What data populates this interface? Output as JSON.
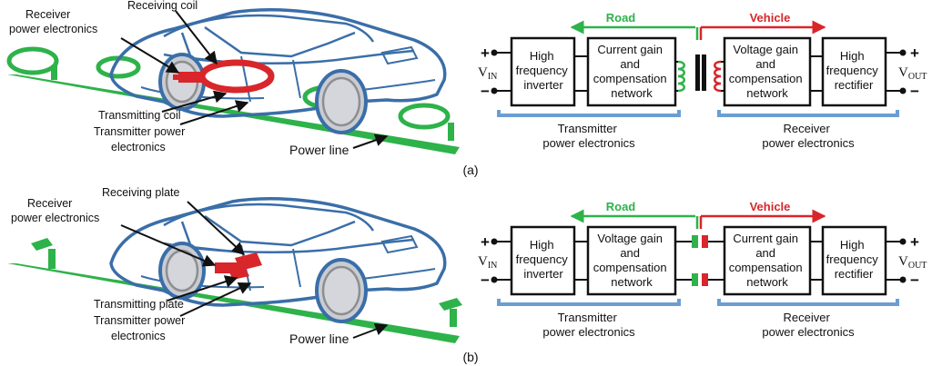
{
  "panel_a": {
    "tag": "(a)",
    "labels": {
      "receiver_pe": [
        "Receiver",
        "power electronics"
      ],
      "receiving": "Receiving coil",
      "transmitting": "Transmitting coil",
      "transmitter_pe": [
        "Transmitter power",
        "electronics"
      ],
      "power_line": "Power line"
    },
    "road": "Road",
    "vehicle": "Vehicle",
    "blocks": [
      [
        "High",
        "frequency",
        "inverter"
      ],
      [
        "Current gain",
        "and",
        "compensation",
        "network"
      ],
      [
        "Voltage gain",
        "and",
        "compensation",
        "network"
      ],
      [
        "High",
        "frequency",
        "rectifier"
      ]
    ],
    "braces": [
      [
        "Transmitter",
        "power electronics"
      ],
      [
        "Receiver",
        "power electronics"
      ]
    ]
  },
  "panel_b": {
    "tag": "(b)",
    "labels": {
      "receiver_pe": [
        "Receiver",
        "power electronics"
      ],
      "receiving": "Receiving plate",
      "transmitting": "Transmitting plate",
      "transmitter_pe": [
        "Transmitter power",
        "electronics"
      ],
      "power_line": "Power line"
    },
    "road": "Road",
    "vehicle": "Vehicle",
    "blocks": [
      [
        "High",
        "frequency",
        "inverter"
      ],
      [
        "Voltage gain",
        "and",
        "compensation",
        "network"
      ],
      [
        "Current gain",
        "and",
        "compensation",
        "network"
      ],
      [
        "High",
        "frequency",
        "rectifier"
      ]
    ],
    "braces": [
      [
        "Transmitter",
        "power electronics"
      ],
      [
        "Receiver",
        "power electronics"
      ]
    ]
  },
  "terminals": {
    "plus": "+",
    "minus": "−",
    "vin": "V",
    "vin_sub": "IN",
    "vout": "V",
    "vout_sub": "OUT"
  },
  "colors": {
    "green": "#2eb24a",
    "red": "#d8262b",
    "car_blue": "#3a6ea8",
    "brace_blue": "#6a9ed3"
  }
}
